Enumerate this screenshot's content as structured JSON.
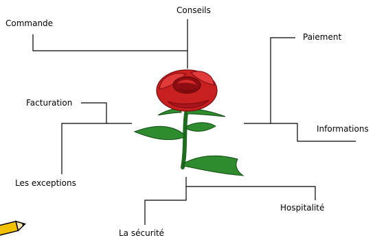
{
  "labels": {
    "conseils": "Conseils",
    "commande": "Commande",
    "paiement": "Paiement",
    "facturation": "Facturation",
    "informations": "Informations",
    "exceptions": "Les exceptions",
    "hospitalite": "Hospitalité",
    "securite": "La sécurité"
  },
  "colors": {
    "line": "#000000",
    "petal": "#d42a2a",
    "petal_dark": "#8e0d12",
    "leaf": "#2e8b2e",
    "stem": "#1f6b1f",
    "pencil": "#f2c200"
  },
  "icons": {
    "center": "rose-icon",
    "corner": "pencil-icon"
  }
}
